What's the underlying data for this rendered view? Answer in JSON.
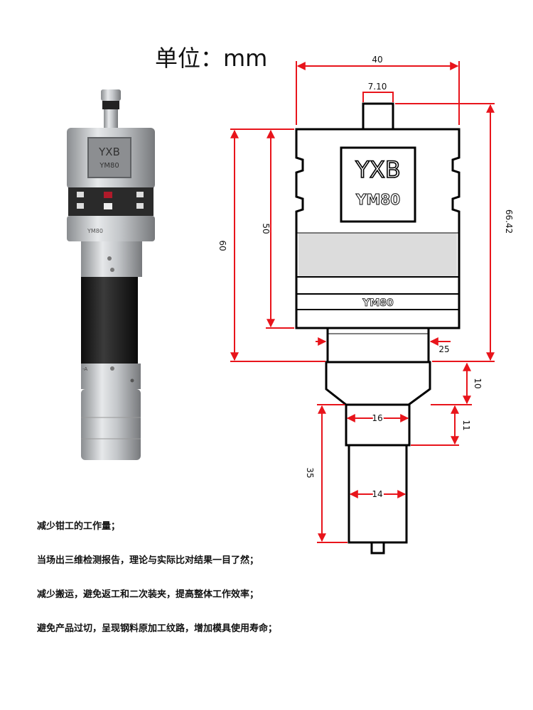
{
  "header": {
    "unit_label": "单位：mm"
  },
  "product": {
    "brand": "YXB",
    "model": "YM80",
    "photo_collar_model": "YM80",
    "photo_side_mark": "-A"
  },
  "dimensions": {
    "d40": "40",
    "d7_10": "7.10",
    "d66_42": "66.42",
    "d60": "60",
    "d50": "50",
    "d25": "25",
    "d10": "10",
    "d16": "16",
    "d11": "11",
    "d35": "35",
    "d14": "14"
  },
  "features": [
    "减少钳工的工作量；",
    "当场出三维检测报告，理论与实际比对结果一目了然；",
    "减少搬运，避免返工和二次装夹，提高整体工作效率；",
    "避免产品过切，呈现钢料原加工纹路，增加模具使用寿命；"
  ],
  "colors": {
    "dimension": "#e8141b",
    "outline": "#000000",
    "band": "#dcdcdc"
  }
}
